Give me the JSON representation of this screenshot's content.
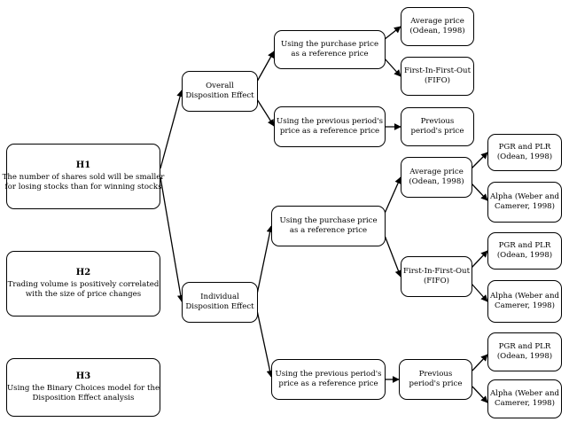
{
  "nodes": {
    "h1": {
      "id": "H1",
      "lines": [
        "The number of shares sold will be smaller",
        "for losing stocks than for winning stocks"
      ]
    },
    "h2": {
      "id": "H2",
      "lines": [
        "Trading volume is positively correlated",
        "with the size of price changes"
      ]
    },
    "h3": {
      "id": "H3",
      "lines": [
        "Using the Binary Choices model for the",
        "Disposition Effect analysis"
      ]
    },
    "overall": {
      "lines": [
        "Overall",
        "Disposition Effect"
      ]
    },
    "individual": {
      "lines": [
        "Individual",
        "Disposition Effect"
      ]
    },
    "ov_purchase": {
      "lines": [
        "Using the purchase price",
        "as a reference price"
      ]
    },
    "ov_previous": {
      "lines": [
        "Using the previous period's",
        "price as a reference price"
      ]
    },
    "ov_avg": {
      "lines": [
        "Average price",
        "(Odean, 1998)"
      ]
    },
    "ov_fifo": {
      "lines": [
        "First-In-First-Out",
        "(FIFO)"
      ]
    },
    "ov_prev_price": {
      "lines": [
        "Previous",
        "period's price"
      ]
    },
    "in_purchase": {
      "lines": [
        "Using the purchase price",
        "as a reference price"
      ]
    },
    "in_previous": {
      "lines": [
        "Using the previous period's",
        "price as a reference price"
      ]
    },
    "in_avg": {
      "lines": [
        "Average price",
        "(Odean, 1998)"
      ]
    },
    "in_fifo": {
      "lines": [
        "First-In-First-Out",
        "(FIFO)"
      ]
    },
    "in_prev_price": {
      "lines": [
        "Previous",
        "period's price"
      ]
    },
    "m_pgr1": {
      "lines": [
        "PGR and PLR",
        "(Odean, 1998)"
      ]
    },
    "m_alpha1": {
      "lines": [
        "Alpha (Weber and",
        "Camerer, 1998)"
      ]
    },
    "m_pgr2": {
      "lines": [
        "PGR and PLR",
        "(Odean, 1998)"
      ]
    },
    "m_alpha2": {
      "lines": [
        "Alpha (Weber and",
        "Camerer, 1998)"
      ]
    },
    "m_pgr3": {
      "lines": [
        "PGR and PLR",
        "(Odean, 1998)"
      ]
    },
    "m_alpha3": {
      "lines": [
        "Alpha (Weber and",
        "Camerer, 1998)"
      ]
    }
  }
}
